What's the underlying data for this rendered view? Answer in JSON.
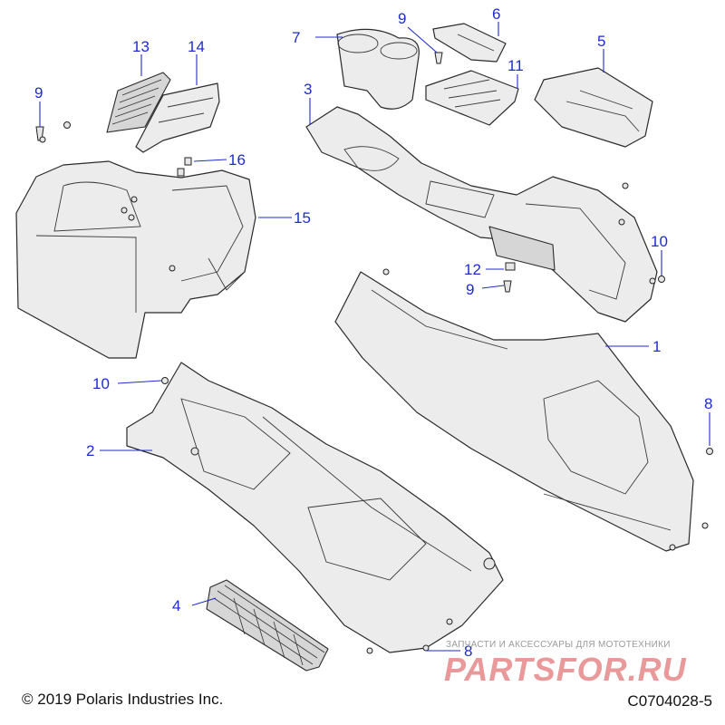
{
  "callouts": {
    "c1": "1",
    "c2": "2",
    "c3": "3",
    "c4": "4",
    "c5": "5",
    "c6": "6",
    "c7": "7",
    "c8": "8",
    "c9a": "9",
    "c9b": "9",
    "c9c": "9",
    "c10a": "10",
    "c10b": "10",
    "c11": "11",
    "c12": "12",
    "c13": "13",
    "c14": "14",
    "c15": "15",
    "c16": "16"
  },
  "footer": {
    "copyright": "© 2019 Polaris Industries Inc.",
    "code": "C0704028-5"
  },
  "watermark": {
    "subtitle": "ЗАПЧАСТИ И АКСЕССУАРЫ ДЛЯ МОТОТЕХНИКИ",
    "logo": "PARTSFOR.RU"
  },
  "colors": {
    "callout": "#1e2bd0",
    "watermark": "#d74646"
  }
}
